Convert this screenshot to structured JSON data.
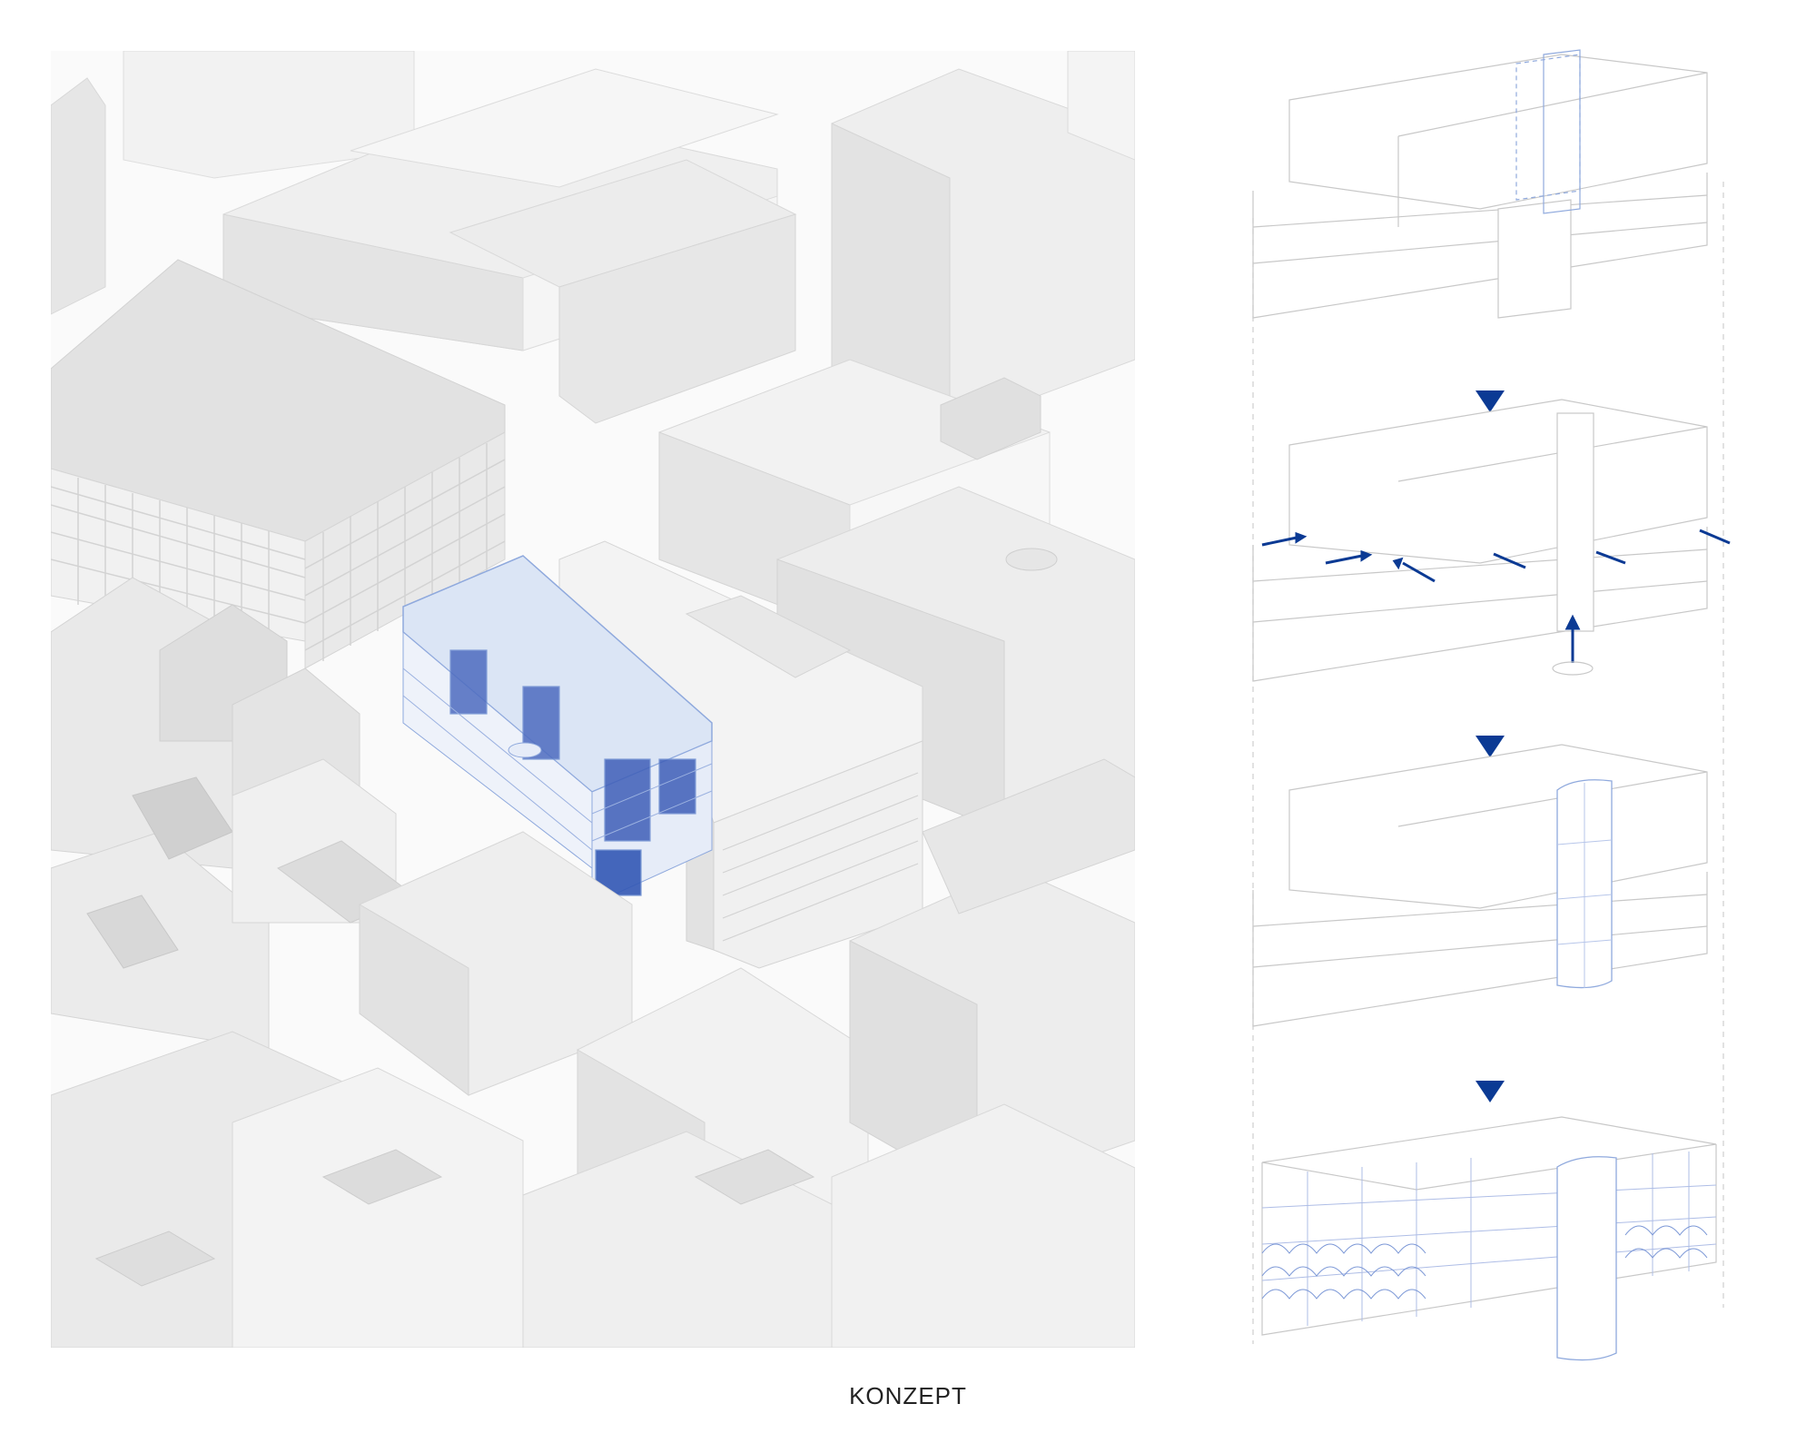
{
  "caption": "KONZEPT",
  "colors": {
    "accent": "#0b3a94",
    "highlight_fill": "#dbe5f5",
    "highlight_stroke": "#8fa9dd",
    "building_light": "#f0f0f0",
    "building_mid": "#e3e3e3",
    "building_dark": "#d3d3d3",
    "line": "#c8c8c8"
  },
  "diagram": {
    "steps": [
      {
        "id": "step-1",
        "features": [
          "volume",
          "slabs",
          "dashed-insert"
        ]
      },
      {
        "id": "step-2",
        "features": [
          "volume",
          "slabs",
          "arrows",
          "core"
        ]
      },
      {
        "id": "step-3",
        "features": [
          "volume",
          "slabs",
          "cylinder-core"
        ]
      },
      {
        "id": "step-4",
        "features": [
          "open-frame",
          "slabs",
          "cylinder-core",
          "vegetation"
        ]
      }
    ],
    "connector_icon": "triangle-down-icon"
  }
}
